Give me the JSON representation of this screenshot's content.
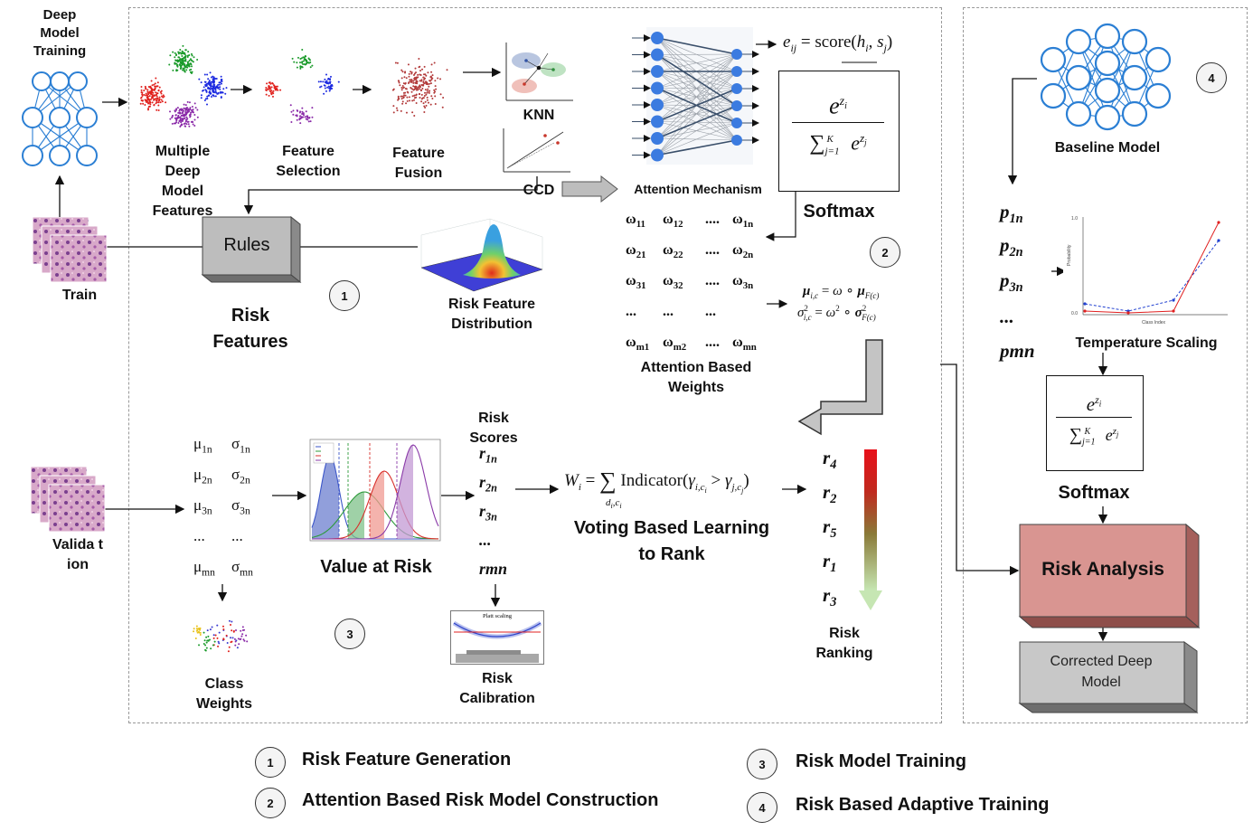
{
  "labels": {
    "deep_model_training": "Deep Model Training",
    "multiple_features": "Multiple Deep Model Features",
    "feature_selection": "Feature Selection",
    "feature_fusion": "Feature Fusion",
    "knn": "KNN",
    "ccd": "CCD",
    "attention_mechanism": "Attention Mechanism",
    "softmax": "Softmax",
    "rules": "Rules",
    "train": "Train",
    "risk_features": "Risk Features",
    "risk_feature_distribution": "Risk Feature Distribution",
    "attention_based_weights": "Attention Based Weights",
    "validation": "Valida tion",
    "value_at_risk": "Value at Risk",
    "risk_scores": "Risk Scores",
    "voting": "Voting Based Learning to Rank",
    "risk_ranking": "Risk Ranking",
    "class_weights": "Class Weights",
    "risk_calibration": "Risk Calibration",
    "platt_scaling": "Platt scaling",
    "baseline_model": "Baseline Model",
    "temperature_scaling": "Temperature Scaling",
    "softmax_right": "Softmax",
    "risk_analysis": "Risk Analysis",
    "corrected_deep_model": "Corrected Deep Model"
  },
  "formulas": {
    "score": "e_ij = score(h_i, s_j)",
    "softmax_num": "e^{z_i}",
    "softmax_den": "∑_{j=1}^{K} e^{z_j}",
    "mu": "μ_{i,c} = ω ∘ μ_{F(c)}",
    "sigma": "σ²_{i,c} = ω² ∘ σ²_{F(c)}",
    "voting": "W_i = ∑_{d_i,c_i} Indicator(γ_{i,c_i} > γ_{j,c_j})"
  },
  "weights_matrix": [
    [
      "ω11",
      "ω12",
      "....",
      "ω1n"
    ],
    [
      "ω21",
      "ω22",
      "....",
      "ω2n"
    ],
    [
      "ω31",
      "ω32",
      "....",
      "ω3n"
    ],
    [
      "...",
      "...",
      "...",
      ""
    ],
    [
      "ωm1",
      "ωm2",
      "....",
      "ωmn"
    ]
  ],
  "mu_sigma": [
    [
      "μ1n",
      "σ1n"
    ],
    [
      "μ2n",
      "σ2n"
    ],
    [
      "μ3n",
      "σ3n"
    ],
    [
      "...",
      "..."
    ],
    [
      "μmn",
      "σmn"
    ]
  ],
  "risk_scores": [
    "r1n",
    "r2n",
    "r3n",
    "...",
    "rmn"
  ],
  "risk_ranking": [
    "r4",
    "r2",
    "r5",
    "r1",
    "r3"
  ],
  "p_values": [
    "p1n",
    "p2n",
    "p3n",
    "...",
    "pmn"
  ],
  "step_badges": [
    "1",
    "2",
    "3",
    "4"
  ],
  "legend": [
    {
      "num": "1",
      "text": "Risk Feature Generation"
    },
    {
      "num": "2",
      "text": "Attention Based Risk Model Construction"
    },
    {
      "num": "3",
      "text": "Risk Model Training"
    },
    {
      "num": "4",
      "text": "Risk Based Adaptive Training"
    }
  ],
  "colors": {
    "node_blue": "#2b7fd4",
    "risk_analysis_fill": "#d99591",
    "rules_fill": "#bdbdbd",
    "gradient_top": "#e8101a",
    "gradient_bottom": "#c6e6b3"
  }
}
